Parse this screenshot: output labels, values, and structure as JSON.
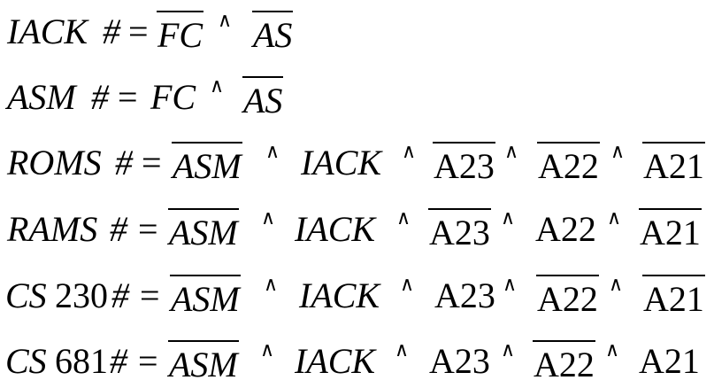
{
  "equations": [
    {
      "tokens": [
        {
          "text": "IACK",
          "overline": false
        },
        {
          "text": "#",
          "overline": false
        },
        {
          "text": "=",
          "overline": false
        },
        {
          "text": "FC",
          "overline": true
        },
        {
          "text": "∧",
          "overline": false
        },
        {
          "text": "AS",
          "overline": true
        }
      ]
    },
    {
      "tokens": [
        {
          "text": "ASM",
          "overline": false
        },
        {
          "text": "#",
          "overline": false
        },
        {
          "text": "=",
          "overline": false
        },
        {
          "text": "FC",
          "overline": false
        },
        {
          "text": "∧",
          "overline": false
        },
        {
          "text": "AS",
          "overline": true
        }
      ]
    },
    {
      "tokens": [
        {
          "text": "ROMS",
          "overline": false
        },
        {
          "text": "#",
          "overline": false
        },
        {
          "text": "=",
          "overline": false
        },
        {
          "text": "ASM",
          "overline": true
        },
        {
          "text": "∧",
          "overline": false
        },
        {
          "text": "IACK",
          "overline": false
        },
        {
          "text": "∧",
          "overline": false
        },
        {
          "text": "A23",
          "overline": true
        },
        {
          "text": "∧",
          "overline": false
        },
        {
          "text": "A22",
          "overline": true
        },
        {
          "text": "∧",
          "overline": false
        },
        {
          "text": "A21",
          "overline": true
        }
      ]
    },
    {
      "tokens": [
        {
          "text": "RAMS",
          "overline": false
        },
        {
          "text": "#",
          "overline": false
        },
        {
          "text": "=",
          "overline": false
        },
        {
          "text": "ASM",
          "overline": true
        },
        {
          "text": "∧",
          "overline": false
        },
        {
          "text": "IACK",
          "overline": false
        },
        {
          "text": "∧",
          "overline": false
        },
        {
          "text": "A23",
          "overline": true
        },
        {
          "text": "∧",
          "overline": false
        },
        {
          "text": "A22",
          "overline": false
        },
        {
          "text": "∧",
          "overline": false
        },
        {
          "text": "A21",
          "overline": true
        }
      ]
    },
    {
      "tokens": [
        {
          "text": "CS",
          "overline": false
        },
        {
          "text": "230",
          "overline": false
        },
        {
          "text": "#",
          "overline": false
        },
        {
          "text": "=",
          "overline": false
        },
        {
          "text": "ASM",
          "overline": true
        },
        {
          "text": "∧",
          "overline": false
        },
        {
          "text": "IACK",
          "overline": false
        },
        {
          "text": "∧",
          "overline": false
        },
        {
          "text": "A23",
          "overline": false
        },
        {
          "text": "∧",
          "overline": false
        },
        {
          "text": "A22",
          "overline": true
        },
        {
          "text": "∧",
          "overline": false
        },
        {
          "text": "A21",
          "overline": true
        }
      ]
    },
    {
      "tokens": [
        {
          "text": "CS",
          "overline": false
        },
        {
          "text": "681",
          "overline": false
        },
        {
          "text": "#",
          "overline": false
        },
        {
          "text": "=",
          "overline": false
        },
        {
          "text": "ASM",
          "overline": true
        },
        {
          "text": "∧",
          "overline": false
        },
        {
          "text": "IACK",
          "overline": false
        },
        {
          "text": "∧",
          "overline": false
        },
        {
          "text": "A23",
          "overline": false
        },
        {
          "text": "∧",
          "overline": false
        },
        {
          "text": "A22",
          "overline": true
        },
        {
          "text": "∧",
          "overline": false
        },
        {
          "text": "A21",
          "overline": false
        }
      ]
    }
  ]
}
